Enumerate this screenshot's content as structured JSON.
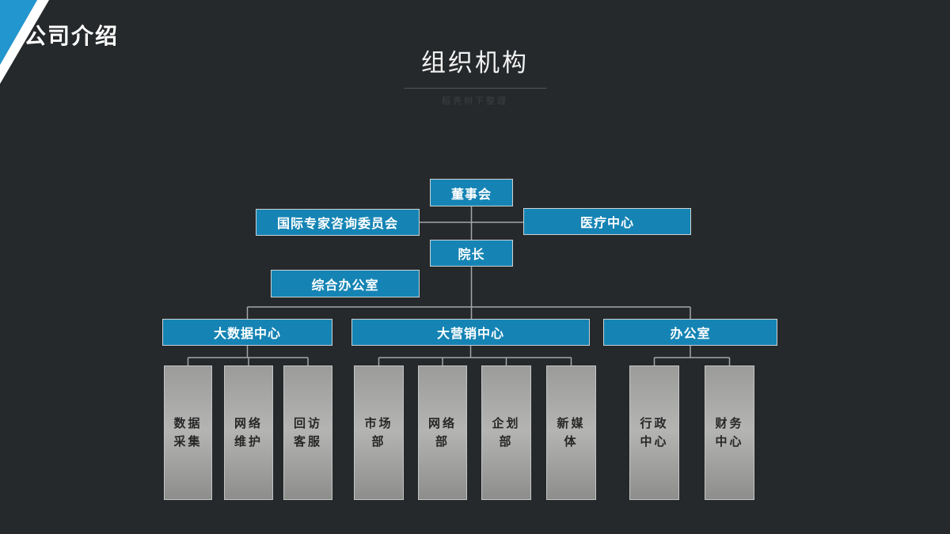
{
  "page_title": "公司介绍",
  "heading": {
    "title": "组织机构",
    "watermark": "稻壳树下整理"
  },
  "org_chart": {
    "board": "董事会",
    "advisory_committee": "国际专家咨询委员会",
    "medical_center": "医疗中心",
    "dean": "院长",
    "general_office": "综合办公室",
    "level2": [
      {
        "label": "大数据中心",
        "children": [
          "数据采集",
          "网络维护",
          "回访客服"
        ]
      },
      {
        "label": "大营销中心",
        "children": [
          "市场部",
          "网络部",
          "企划部",
          "新媒体"
        ]
      },
      {
        "label": "办公室",
        "children": [
          "行政中心",
          "财务中心"
        ]
      }
    ]
  },
  "colors": {
    "background": "#26292b",
    "box_blue": "#1584b4",
    "corner_accent_blue": "#2196cf",
    "corner_accent_white": "#ffffff",
    "connector_gray": "#a3a7a9",
    "department_gray": "#a6a7a5"
  }
}
